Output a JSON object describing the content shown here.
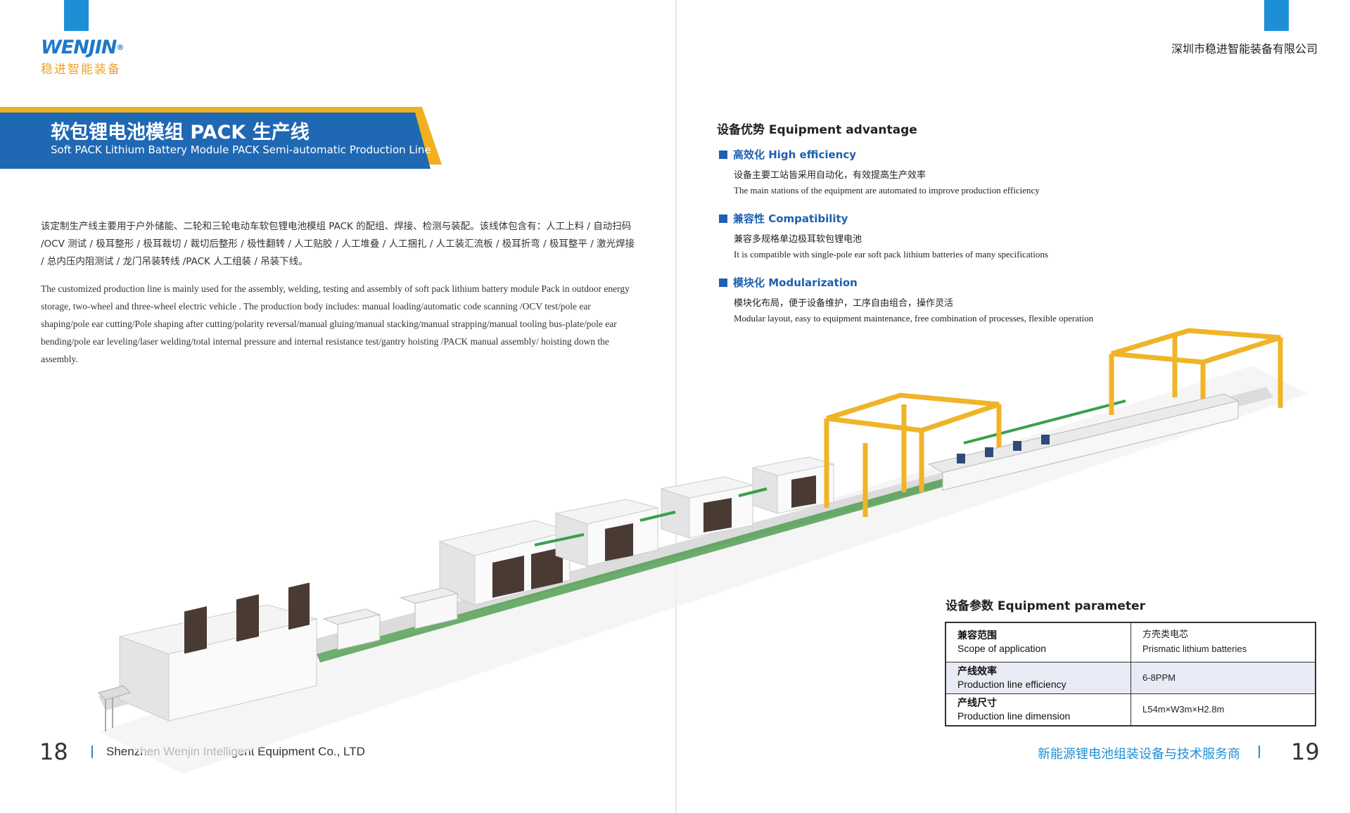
{
  "brand": {
    "logo_word": "WENJIN",
    "logo_reg": "®",
    "logo_cn": "稳进智能装备",
    "primary_color": "#1e8fd6",
    "banner_color": "#1f68b4",
    "accent_color": "#f0b020"
  },
  "left": {
    "title_cn": "软包锂电池模组 PACK 生产线",
    "title_en": "Soft PACK Lithium Battery Module PACK Semi-automatic Production Line",
    "intro_cn": "该定制生产线主要用于户外储能、二轮和三轮电动车软包锂电池模组 PACK 的配组、焊接、检测与装配。该线体包含有：人工上料 / 自动扫码 /OCV 测试 / 极耳整形 / 极耳裁切 / 裁切后整形 / 极性翻转 / 人工贴胶 / 人工堆叠 / 人工捆扎 / 人工装汇流板 / 极耳折弯 / 极耳整平 / 激光焊接 / 总内压内阻测试 / 龙门吊装转线 /PACK 人工组装 / 吊装下线。",
    "intro_en": "The customized production line is mainly used for the assembly, welding, testing and assembly of soft pack lithium battery module Pack in outdoor energy storage, two-wheel and three-wheel electric vehicle . The production body includes: manual loading/automatic code scanning /OCV test/pole ear shaping/pole ear cutting/Pole shaping after cutting/polarity reversal/manual gluing/manual stacking/manual strapping/manual tooling bus-plate/pole ear bending/pole ear leveling/laser welding/total internal pressure and internal resistance test/gantry hoisting /PACK manual assembly/ hoisting down the assembly.",
    "page_number": "18",
    "footer_company": "Shenzhen Wenjin Intelligent Equipment Co., LTD"
  },
  "right": {
    "header_company": "深圳市稳进智能装备有限公司",
    "advantage_title": "设备优势 Equipment advantage",
    "advantages": [
      {
        "title": "高效化 High efficiency",
        "cn": "设备主要工站皆采用自动化，有效提高生产效率",
        "en": "The main stations of the equipment are automated to improve production efficiency"
      },
      {
        "title": "兼容性 Compatibility",
        "cn": "兼容多规格单边极耳软包锂电池",
        "en": "It is compatible with single-pole ear soft pack lithium batteries of many specifications"
      },
      {
        "title": "模块化 Modularization",
        "cn": "模块化布局，便于设备维护，工序自由组合，操作灵活",
        "en": "Modular layout, easy to equipment maintenance, free combination of processes, flexible operation"
      }
    ],
    "param_title": "设备参数 Equipment parameter",
    "params": [
      {
        "label_cn": "兼容范围",
        "label_en": "Scope of application",
        "value_cn": "方壳类电芯",
        "value_en": "Prismatic lithium batteries"
      },
      {
        "label_cn": "产线效率",
        "label_en": "Production line efficiency",
        "value_cn": "",
        "value_en": "6-8PPM"
      },
      {
        "label_cn": "产线尺寸",
        "label_en": "Production line dimension",
        "value_cn": "",
        "value_en": "L54m×W3m×H2.8m"
      }
    ],
    "footer_slogan": "新能源锂电池组装设备与技术服务商",
    "page_number": "19"
  }
}
